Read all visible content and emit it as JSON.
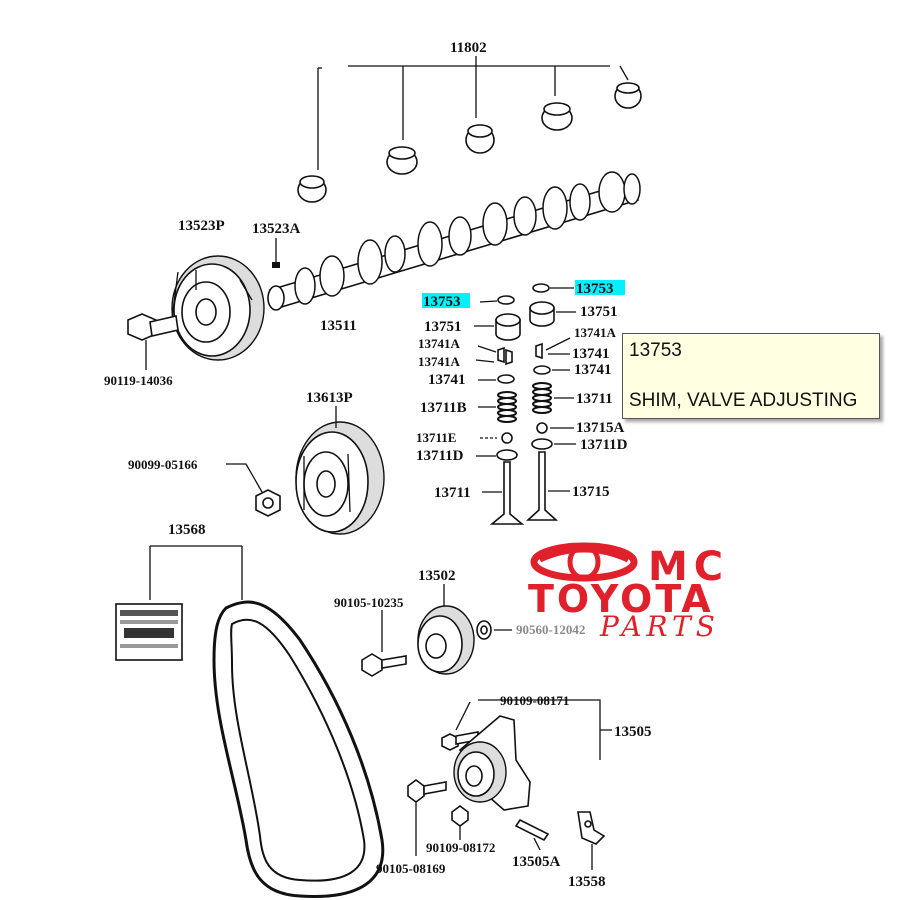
{
  "parts": {
    "p11802": "11802",
    "p13523P": "13523P",
    "p13523A": "13523A",
    "p90119": "90119-14036",
    "p13511": "13511",
    "p13753_left": "13753",
    "p13753_right": "13753",
    "p13751_left": "13751",
    "p13751_right": "13751",
    "p13741A_1": "13741A",
    "p13741A_2": "13741A",
    "p13741A_3": "13741A",
    "p13741_left": "13741",
    "p13741_r1": "13741",
    "p13741_r2": "13741",
    "p13711B": "13711B",
    "p13711_r": "13711",
    "p13715A": "13715A",
    "p13711E": "13711E",
    "p13711D_left": "13711D",
    "p13711D_right": "13711D",
    "p13711": "13711",
    "p13715": "13715",
    "p13613P": "13613P",
    "p90099": "90099-05166",
    "p13568": "13568",
    "p13502": "13502",
    "p90105_10235": "90105-10235",
    "p90560": "90560-12042",
    "p90109_08171": "90109-08171",
    "p13505": "13505",
    "p90109_08172": "90109-08172",
    "p90105_08169": "90105-08169",
    "p13505A": "13505A",
    "p13558": "13558"
  },
  "tooltip": {
    "code": "13753",
    "description": "SHIM, VALVE ADJUSTING"
  },
  "watermark": {
    "line1": "MC",
    "line2": "TOYOTA",
    "line3": "PARTS",
    "color": "#e0202a"
  },
  "colors": {
    "highlight": "#00f0ff",
    "tooltip_bg": "#ffffe1"
  }
}
